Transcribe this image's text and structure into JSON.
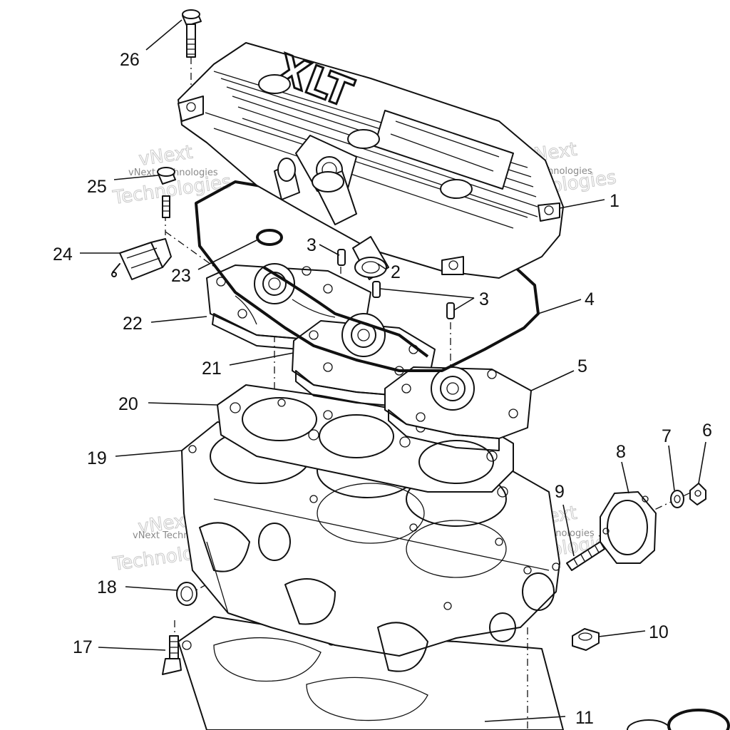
{
  "diagram": {
    "cover_logo": "XLT",
    "callouts": [
      {
        "id": "1",
        "label": "1"
      },
      {
        "id": "2",
        "label": "2"
      },
      {
        "id": "3a",
        "label": "3"
      },
      {
        "id": "3b",
        "label": "3"
      },
      {
        "id": "4",
        "label": "4"
      },
      {
        "id": "5",
        "label": "5"
      },
      {
        "id": "6",
        "label": "6"
      },
      {
        "id": "7",
        "label": "7"
      },
      {
        "id": "8",
        "label": "8"
      },
      {
        "id": "9",
        "label": "9"
      },
      {
        "id": "10",
        "label": "10"
      },
      {
        "id": "11",
        "label": "11"
      },
      {
        "id": "17",
        "label": "17"
      },
      {
        "id": "18",
        "label": "18"
      },
      {
        "id": "19",
        "label": "19"
      },
      {
        "id": "20",
        "label": "20"
      },
      {
        "id": "21",
        "label": "21"
      },
      {
        "id": "22",
        "label": "22"
      },
      {
        "id": "23",
        "label": "23"
      },
      {
        "id": "24",
        "label": "24"
      },
      {
        "id": "25",
        "label": "25"
      },
      {
        "id": "26",
        "label": "26"
      }
    ],
    "watermark": {
      "line1": "vNext",
      "line2": "Technologies",
      "small": "vNext Technologies"
    }
  }
}
